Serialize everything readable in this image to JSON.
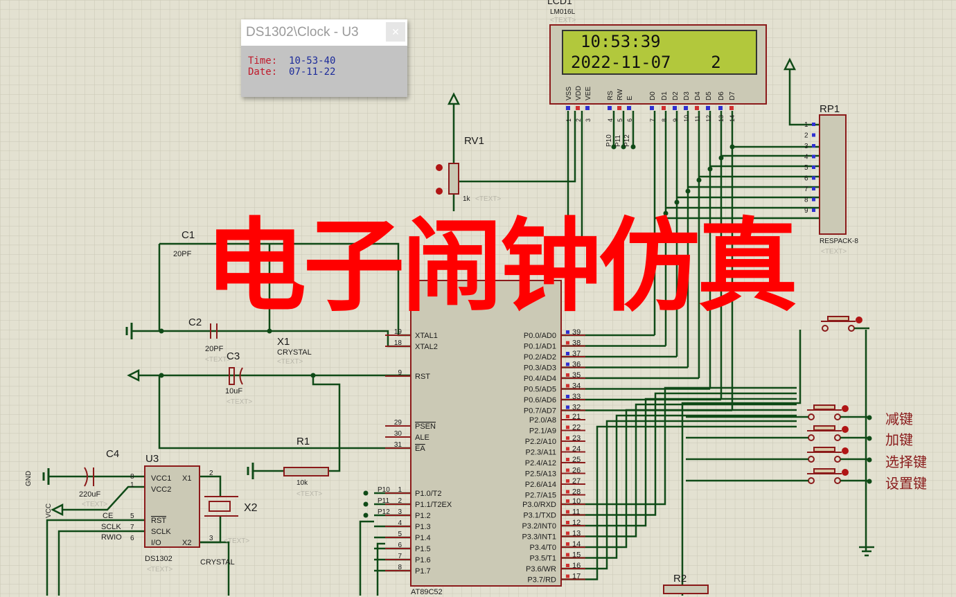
{
  "popup": {
    "title": "DS1302\\Clock - U3",
    "close_icon": "close-icon",
    "time_label": "Time:",
    "time_value": "10-53-40",
    "date_label": "Date:",
    "date_value": "07-11-22"
  },
  "overlay_title": "电子闹钟仿真",
  "lcd": {
    "ref": "LCD1",
    "part": "LM016L",
    "tag": "<TEXT>",
    "line1": "10:53:39",
    "line2": "2022-11-07    2",
    "pin_names": [
      "VSS",
      "VDD",
      "VEE",
      "RS",
      "RW",
      "E",
      "D0",
      "D1",
      "D2",
      "D3",
      "D4",
      "D5",
      "D6",
      "D7"
    ],
    "pin_numbers": [
      "1",
      "2",
      "3",
      "4",
      "5",
      "6",
      "7",
      "8",
      "9",
      "10",
      "11",
      "12",
      "13",
      "14"
    ],
    "net_labels": [
      "P10",
      "P11",
      "P12"
    ]
  },
  "rp1": {
    "ref": "RP1",
    "part": "RESPACK-8",
    "tag": "<TEXT>",
    "pins": [
      "1",
      "2",
      "3",
      "4",
      "5",
      "6",
      "7",
      "8",
      "9"
    ]
  },
  "rv1": {
    "ref": "RV1",
    "value": "1k",
    "tag": "<TEXT>"
  },
  "c1": {
    "ref": "C1",
    "value": "20PF"
  },
  "c2": {
    "ref": "C2",
    "value": "20PF",
    "tag": "<TEXT>"
  },
  "c3": {
    "ref": "C3",
    "value": "10uF",
    "tag": "<TEXT>"
  },
  "x1": {
    "ref": "X1",
    "part": "CRYSTAL",
    "tag": "<TEXT>"
  },
  "u1": {
    "part": "AT89C52",
    "left_pins": [
      {
        "n": "19",
        "name": "XTAL1"
      },
      {
        "n": "18",
        "name": "XTAL2"
      },
      {
        "n": "9",
        "name": "RST"
      },
      {
        "n": "29",
        "name": "PSEN"
      },
      {
        "n": "30",
        "name": "ALE"
      },
      {
        "n": "31",
        "name": "EA"
      },
      {
        "n": "1",
        "name": "P1.0/T2"
      },
      {
        "n": "2",
        "name": "P1.1/T2EX"
      },
      {
        "n": "3",
        "name": "P1.2"
      },
      {
        "n": "4",
        "name": "P1.3"
      },
      {
        "n": "5",
        "name": "P1.4"
      },
      {
        "n": "6",
        "name": "P1.5"
      },
      {
        "n": "7",
        "name": "P1.6"
      },
      {
        "n": "8",
        "name": "P1.7"
      }
    ],
    "right_pins": [
      {
        "n": "39",
        "name": "P0.0/AD0"
      },
      {
        "n": "38",
        "name": "P0.1/AD1"
      },
      {
        "n": "37",
        "name": "P0.2/AD2"
      },
      {
        "n": "36",
        "name": "P0.3/AD3"
      },
      {
        "n": "35",
        "name": "P0.4/AD4"
      },
      {
        "n": "34",
        "name": "P0.5/AD5"
      },
      {
        "n": "33",
        "name": "P0.6/AD6"
      },
      {
        "n": "32",
        "name": "P0.7/AD7"
      },
      {
        "n": "21",
        "name": "P2.0/A8"
      },
      {
        "n": "22",
        "name": "P2.1/A9"
      },
      {
        "n": "23",
        "name": "P2.2/A10"
      },
      {
        "n": "24",
        "name": "P2.3/A11"
      },
      {
        "n": "25",
        "name": "P2.4/A12"
      },
      {
        "n": "26",
        "name": "P2.5/A13"
      },
      {
        "n": "27",
        "name": "P2.6/A14"
      },
      {
        "n": "28",
        "name": "P2.7/A15"
      },
      {
        "n": "10",
        "name": "P3.0/RXD"
      },
      {
        "n": "11",
        "name": "P3.1/TXD"
      },
      {
        "n": "12",
        "name": "P3.2/INT0"
      },
      {
        "n": "13",
        "name": "P3.3/INT1"
      },
      {
        "n": "14",
        "name": "P3.4/T0"
      },
      {
        "n": "15",
        "name": "P3.5/T1"
      },
      {
        "n": "16",
        "name": "P3.6/WR"
      },
      {
        "n": "17",
        "name": "P3.7/RD"
      }
    ],
    "p1_net_labels": [
      "P10",
      "P11",
      "P12"
    ]
  },
  "c4": {
    "ref": "C4",
    "value": "220uF",
    "tag": "<TEXT>"
  },
  "u3": {
    "ref": "U3",
    "part": "DS1302",
    "tag": "<TEXT>",
    "pins_left": [
      {
        "n": "8",
        "name": "VCC1"
      },
      {
        "n": "1",
        "name": "VCC2"
      },
      {
        "n": "5",
        "name": "RST"
      },
      {
        "n": "7",
        "name": "SCLK"
      },
      {
        "n": "6",
        "name": "I/O"
      }
    ],
    "pins_right": [
      {
        "n": "2",
        "name": "X1"
      },
      {
        "n": "3",
        "name": "X2"
      }
    ],
    "net_labels": [
      "CE",
      "SCLK",
      "RWIO"
    ]
  },
  "x2": {
    "ref": "X2",
    "part": "CRYSTAL",
    "tag": "<TEXT>"
  },
  "r1": {
    "ref": "R1",
    "value": "10k",
    "tag": "<TEXT>"
  },
  "r2": {
    "ref": "R2"
  },
  "power": {
    "gnd": "GND",
    "vcc": "VCC"
  },
  "buttons": [
    "减键",
    "加键",
    "选择键",
    "设置键"
  ],
  "colors": {
    "wire": "#0f4a17",
    "component": "#8b1a1a",
    "body": "#cbc9b5",
    "lcd_screen": "#b2c83c",
    "overlay": "#ff0000",
    "grid": "#cac8b6",
    "background": "#e3e1d1"
  }
}
